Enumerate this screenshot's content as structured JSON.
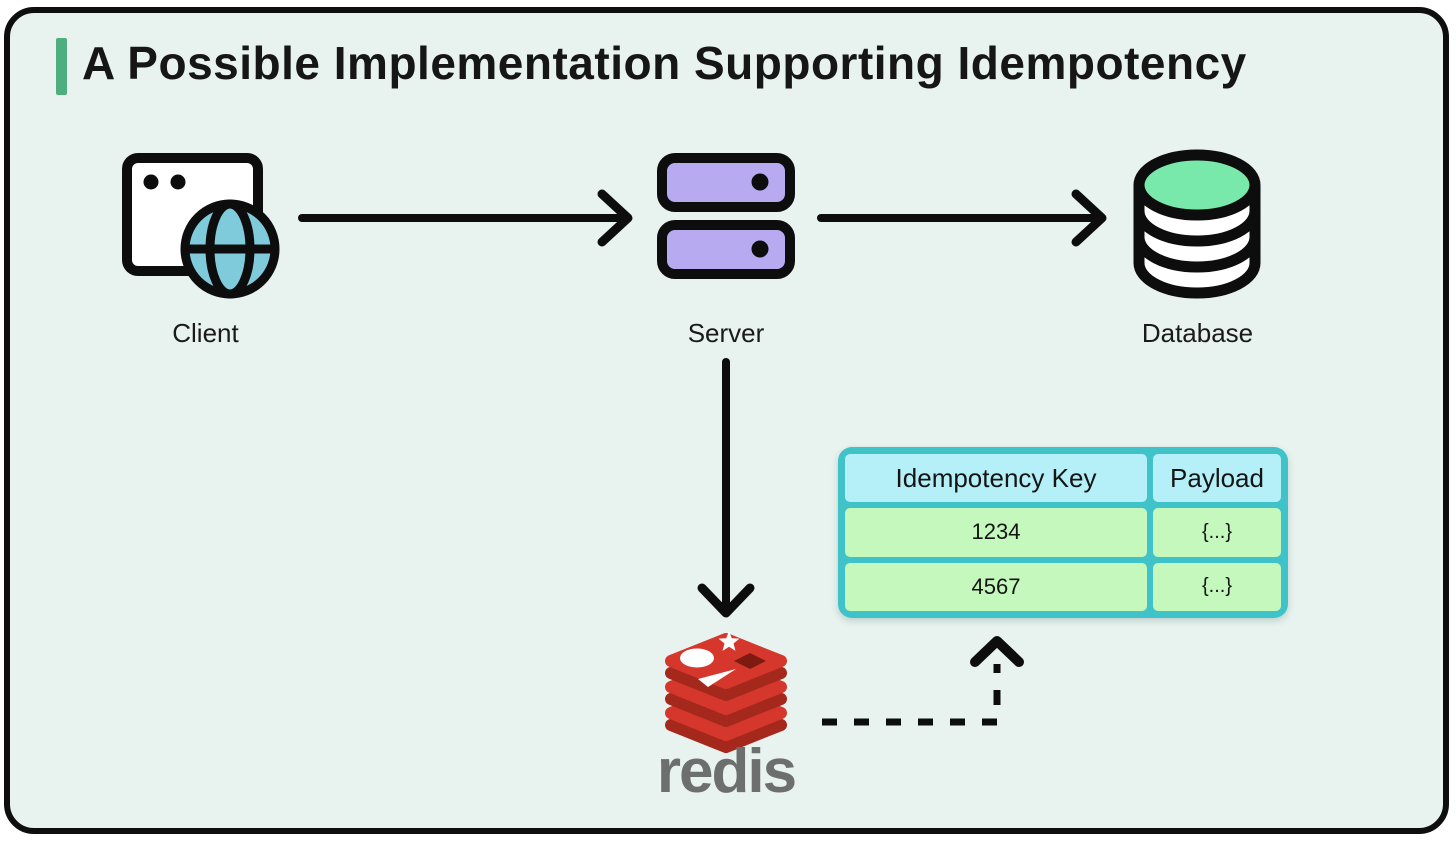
{
  "title": {
    "text": "A Possible Implementation Supporting Idempotency"
  },
  "nodes": {
    "client": {
      "label": "Client"
    },
    "server": {
      "label": "Server"
    },
    "database": {
      "label": "Database"
    },
    "redis": {
      "label": "redis"
    }
  },
  "table": {
    "headers": [
      "Idempotency Key",
      "Payload"
    ],
    "rows": [
      {
        "key": "1234",
        "payload": "{...}"
      },
      {
        "key": "4567",
        "payload": "{...}"
      }
    ]
  },
  "colors": {
    "background": "#e8f2ee",
    "frame": "#0e0e0e",
    "accent_bar": "#4caf7d",
    "server_fill": "#b7aaf0",
    "database_fill": "#79e8ab",
    "globe_fill": "#7fcbdb",
    "table_border": "#3fc3c9",
    "table_header_fill": "#b5eff8",
    "table_row_fill": "#c5f8bc",
    "redis_red": "#d6372c",
    "redis_dark_red": "#a5281c",
    "redis_hole": "#7e1a10",
    "redis_text": "#6d6e6e",
    "arrow": "#0d0d0d"
  }
}
